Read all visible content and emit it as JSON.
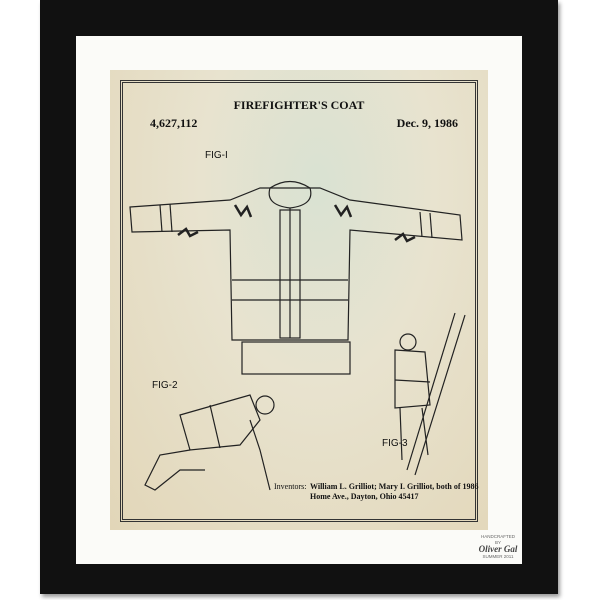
{
  "patent": {
    "title": "FIREFIGHTER'S COAT",
    "number": "4,627,112",
    "date": "Dec. 9, 1986",
    "figures": [
      "FIG-I",
      "FIG-2",
      "FIG-3"
    ],
    "inventors_label": "Inventors:",
    "inventors_text": "William L. Grilliot; Mary I. Grilliot, both of 1986 Home Ave., Dayton, Ohio 45417"
  },
  "logo": {
    "line1": "HANDCRAFTED BY",
    "name": "Oliver Gal",
    "line2": "SUMMER 2011"
  },
  "colors": {
    "frame": "#111111",
    "mat": "#fbfbf8",
    "paper": "#e2d6b8"
  }
}
